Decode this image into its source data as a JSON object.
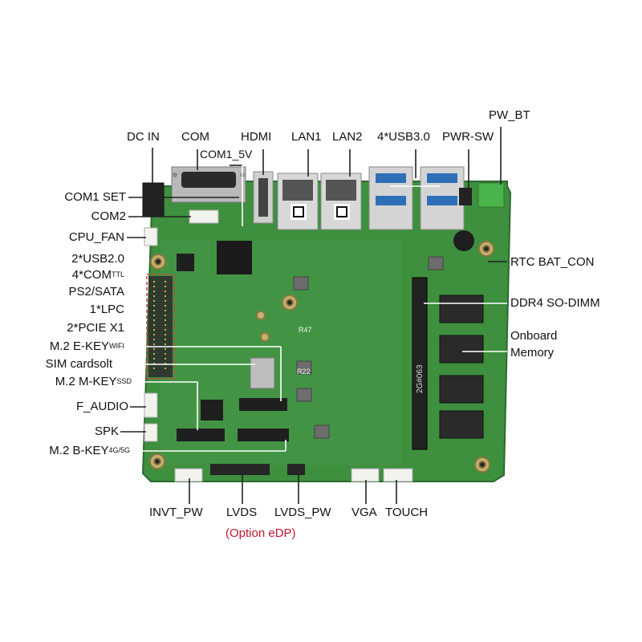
{
  "title": "",
  "colors": {
    "pcb": "#3e8f3e",
    "pcb_dark": "#2f6f33",
    "silk": "#e9f2e4",
    "metal": "#c9c9c9",
    "connector_white": "#f2f2ee",
    "usb_blue": "#2f6fb8",
    "terminal_green": "#4bb34b",
    "callout_line": "#ffffff",
    "option_text": "#c0172f"
  },
  "labels": {
    "top": {
      "dc_in": "DC IN",
      "com": "COM",
      "com1_5v": "COM1_5V",
      "hdmi": "HDMI",
      "lan1": "LAN1",
      "lan2": "LAN2",
      "usb30": "4*USB3.0",
      "pwr_sw": "PWR-SW",
      "pw_bt": "PW_BT"
    },
    "left": {
      "com1_set": "COM1 SET",
      "com2": "COM2",
      "cpu_fan": "CPU_FAN",
      "usb20": "2*USB2.0",
      "com_ttl": "4*COM",
      "com_ttl_sup": "TTL",
      "ps2_sata": "PS2/SATA",
      "lpc": "1*LPC",
      "pcie": "2*PCIE X1",
      "m2_ekey": "M.2 E-KEY",
      "m2_ekey_sup": "WIFI",
      "sim": "SIM cardsolt",
      "m2_mkey": "M.2 M-KEY",
      "m2_mkey_sup": "SSD",
      "f_audio": "F_AUDIO",
      "spk": "SPK",
      "m2_bkey": "M.2 B-KEY",
      "m2_bkey_sup": "4G/5G"
    },
    "right": {
      "rtc": "RTC BAT_CON",
      "ddr4": "DDR4 SO-DIMM",
      "onboard_1": "Onboard",
      "onboard_2": "Memory"
    },
    "bottom": {
      "invt_pw": "INVT_PW",
      "lvds": "LVDS",
      "lvds_pw": "LVDS_PW",
      "vga": "VGA",
      "touch": "TOUCH",
      "option_edp": "(Option eDP)"
    }
  },
  "board_marks": {
    "pcb_text_1": "2G#063",
    "pcb_text_2": "R47",
    "pcb_text_3": "R22"
  }
}
